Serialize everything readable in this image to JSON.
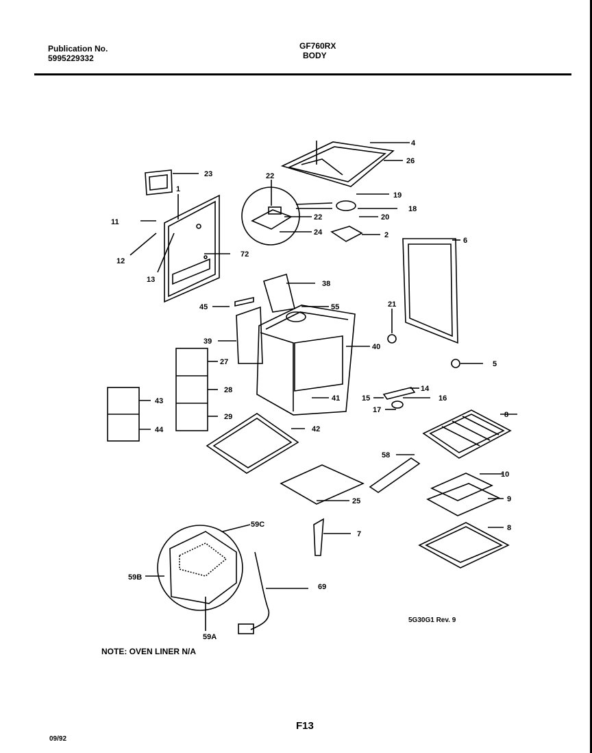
{
  "header": {
    "publication_label": "Publication No.",
    "publication_number": "5995229332",
    "model": "GF760RX",
    "section": "BODY"
  },
  "parts": [
    {
      "id": "p4",
      "label": "4"
    },
    {
      "id": "p26",
      "label": "26"
    },
    {
      "id": "p23",
      "label": "23"
    },
    {
      "id": "p1",
      "label": "1"
    },
    {
      "id": "p11",
      "label": "11"
    },
    {
      "id": "p12",
      "label": "12"
    },
    {
      "id": "p13",
      "label": "13"
    },
    {
      "id": "p72",
      "label": "72"
    },
    {
      "id": "p22a",
      "label": "22"
    },
    {
      "id": "p22b",
      "label": "22"
    },
    {
      "id": "p24",
      "label": "24"
    },
    {
      "id": "p19",
      "label": "19"
    },
    {
      "id": "p18",
      "label": "18"
    },
    {
      "id": "p20",
      "label": "20"
    },
    {
      "id": "p2",
      "label": "2"
    },
    {
      "id": "p6",
      "label": "6"
    },
    {
      "id": "p38",
      "label": "38"
    },
    {
      "id": "p45",
      "label": "45"
    },
    {
      "id": "p55",
      "label": "55"
    },
    {
      "id": "p39",
      "label": "39"
    },
    {
      "id": "p40",
      "label": "40"
    },
    {
      "id": "p21",
      "label": "21"
    },
    {
      "id": "p5",
      "label": "5"
    },
    {
      "id": "p27",
      "label": "27"
    },
    {
      "id": "p28",
      "label": "28"
    },
    {
      "id": "p29",
      "label": "29"
    },
    {
      "id": "p41",
      "label": "41"
    },
    {
      "id": "p43",
      "label": "43"
    },
    {
      "id": "p44",
      "label": "44"
    },
    {
      "id": "p14",
      "label": "14"
    },
    {
      "id": "p15",
      "label": "15"
    },
    {
      "id": "p16",
      "label": "16"
    },
    {
      "id": "p17",
      "label": "17"
    },
    {
      "id": "p8a",
      "label": "8"
    },
    {
      "id": "p42",
      "label": "42"
    },
    {
      "id": "p58",
      "label": "58"
    },
    {
      "id": "p10",
      "label": "10"
    },
    {
      "id": "p9",
      "label": "9"
    },
    {
      "id": "p25",
      "label": "25"
    },
    {
      "id": "p8b",
      "label": "8"
    },
    {
      "id": "p7",
      "label": "7"
    },
    {
      "id": "p59c",
      "label": "59C"
    },
    {
      "id": "p59b",
      "label": "59B"
    },
    {
      "id": "p69",
      "label": "69"
    },
    {
      "id": "p59a",
      "label": "59A"
    }
  ],
  "note": "NOTE: OVEN LINER N/A",
  "revision": "5G30G1 Rev. 9",
  "figure": "F13",
  "date": "09/92"
}
